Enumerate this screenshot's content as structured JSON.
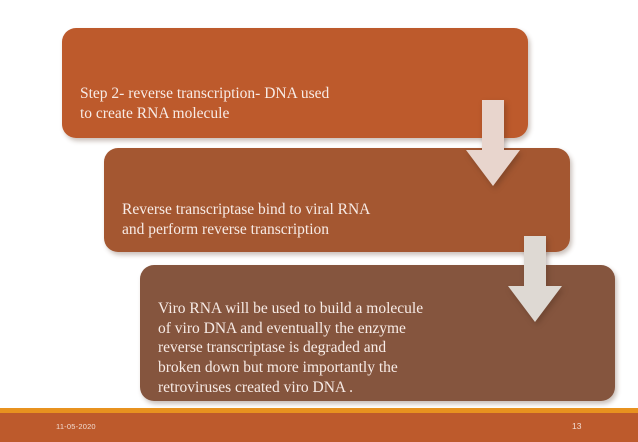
{
  "slide": {
    "background_color": "#ffffff",
    "steps": [
      {
        "id": "step-2",
        "text": "Step 2- reverse transcription- DNA used\nto create RNA molecule",
        "color": "#bd5a2c"
      },
      {
        "id": "reverse-transcriptase-binding",
        "text": "Reverse transcriptase bind to viral RNA\nand perform reverse transcription",
        "color": "#a45731"
      },
      {
        "id": "viro-dna-synthesis",
        "text": "Viro RNA will be used to build a molecule\nof viro DNA and eventually the enzyme\nreverse transcriptase is degraded and\nbroken down but more importantly the\nretroviruses created viro DNA .",
        "color": "#85553e"
      }
    ],
    "connectors": [
      {
        "id": "connector-1",
        "icon": "down-arrow-icon",
        "color": "#e8d5cd"
      },
      {
        "id": "connector-2",
        "icon": "down-arrow-icon",
        "color": "#ded9d3"
      }
    ],
    "footer": {
      "date": "11-05-2020",
      "slide_number": "13",
      "stripe_color": "#e8921f",
      "band_color": "#bd5a2c",
      "text_color": "#f2ddd2"
    }
  }
}
